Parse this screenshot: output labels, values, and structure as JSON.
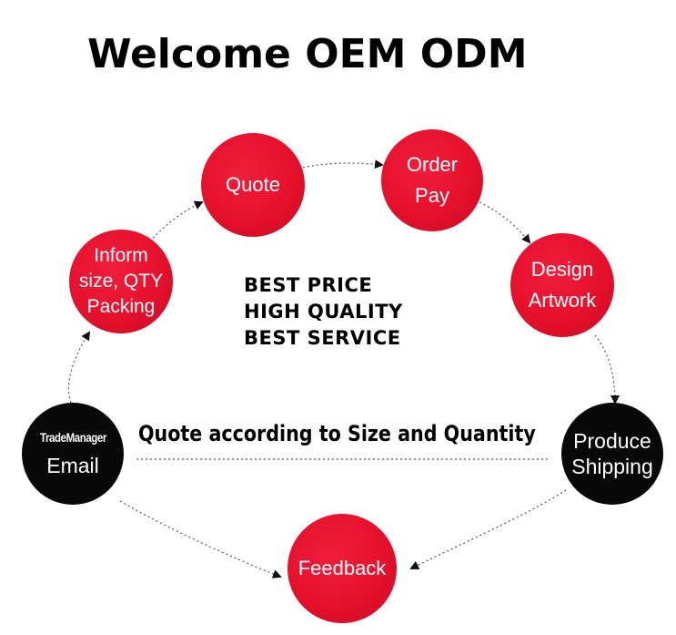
{
  "title": "Welcome OEM ODM",
  "steps": {
    "inform": {
      "lines": [
        "Inform",
        "size, QTY",
        "Packing"
      ]
    },
    "quote": {
      "lines": [
        "Quote"
      ]
    },
    "order_pay": {
      "lines": [
        "Order",
        "Pay"
      ]
    },
    "design_artwork": {
      "lines": [
        "Design",
        "Artwork"
      ]
    },
    "produce_shipping": {
      "lines": [
        "Produce",
        "Shipping"
      ]
    },
    "feedback": {
      "lines": [
        "Feedback"
      ]
    },
    "contact": {
      "lines": [
        "TradeManager",
        "Email"
      ]
    }
  },
  "highlights": [
    "BEST PRICE",
    "HIGH QUALITY",
    "BEST SERVICE"
  ],
  "tagline": "Quote according to Size and Quantity",
  "colors": {
    "step_red": "#e5102c",
    "step_black": "#080808",
    "text": "#000000",
    "connector": "#555555"
  }
}
